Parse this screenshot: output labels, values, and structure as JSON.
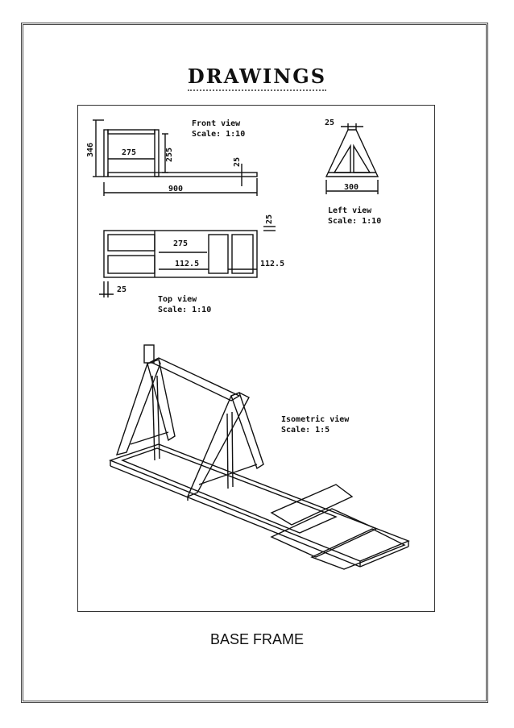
{
  "heading": "DRAWINGS",
  "caption": "BASE FRAME",
  "front_view": {
    "title": "Front view",
    "scale": "Scale:  1:10",
    "dims": {
      "overall_height": "346",
      "inner_width": "275",
      "inner_height": "255",
      "thickness": "25",
      "length": "900"
    }
  },
  "left_view": {
    "title": "Left view",
    "scale": "Scale:  1:10",
    "dims": {
      "top": "25",
      "base": "300"
    }
  },
  "top_view": {
    "title": "Top view",
    "scale": "Scale:  1:10",
    "dims": {
      "thickness_right": "25",
      "width": "275",
      "gap_left": "112.5",
      "gap_right": "112.5",
      "thickness_left": "25"
    }
  },
  "isometric_view": {
    "title": "Isometric view",
    "scale": "Scale:  1:5"
  }
}
